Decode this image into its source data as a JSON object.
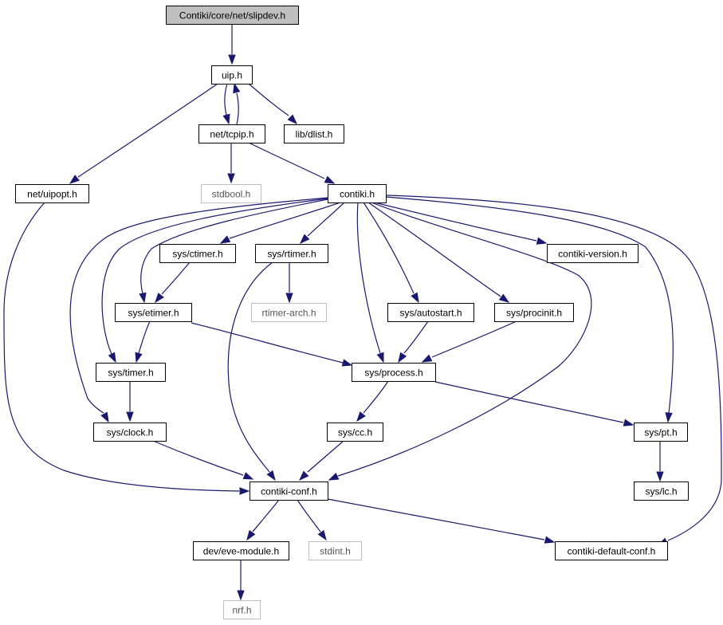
{
  "graph": {
    "nodes": [
      {
        "id": "slipdev",
        "label": "Contiki/core/net/slipdev.h",
        "style": "root"
      },
      {
        "id": "uip",
        "label": "uip.h",
        "style": "normal"
      },
      {
        "id": "tcpip",
        "label": "net/tcpip.h",
        "style": "normal"
      },
      {
        "id": "dlist",
        "label": "lib/dlist.h",
        "style": "normal"
      },
      {
        "id": "uipopt",
        "label": "net/uipopt.h",
        "style": "normal"
      },
      {
        "id": "stdbool",
        "label": "stdbool.h",
        "style": "external"
      },
      {
        "id": "contiki",
        "label": "contiki.h",
        "style": "normal"
      },
      {
        "id": "ctimer",
        "label": "sys/ctimer.h",
        "style": "normal"
      },
      {
        "id": "rtimer",
        "label": "sys/rtimer.h",
        "style": "normal"
      },
      {
        "id": "version",
        "label": "contiki-version.h",
        "style": "normal"
      },
      {
        "id": "etimer",
        "label": "sys/etimer.h",
        "style": "normal"
      },
      {
        "id": "rtimerarch",
        "label": "rtimer-arch.h",
        "style": "external"
      },
      {
        "id": "autostart",
        "label": "sys/autostart.h",
        "style": "normal"
      },
      {
        "id": "procinit",
        "label": "sys/procinit.h",
        "style": "normal"
      },
      {
        "id": "timer",
        "label": "sys/timer.h",
        "style": "normal"
      },
      {
        "id": "process",
        "label": "sys/process.h",
        "style": "normal"
      },
      {
        "id": "clock",
        "label": "sys/clock.h",
        "style": "normal"
      },
      {
        "id": "cc",
        "label": "sys/cc.h",
        "style": "normal"
      },
      {
        "id": "pt",
        "label": "sys/pt.h",
        "style": "normal"
      },
      {
        "id": "conf",
        "label": "contiki-conf.h",
        "style": "normal"
      },
      {
        "id": "lc",
        "label": "sys/lc.h",
        "style": "normal"
      },
      {
        "id": "eve",
        "label": "dev/eve-module.h",
        "style": "normal"
      },
      {
        "id": "stdint",
        "label": "stdint.h",
        "style": "external"
      },
      {
        "id": "defconf",
        "label": "contiki-default-conf.h",
        "style": "normal"
      },
      {
        "id": "nrf",
        "label": "nrf.h",
        "style": "external"
      }
    ],
    "edges": [
      {
        "from": "slipdev",
        "to": "uip"
      },
      {
        "from": "uip",
        "to": "tcpip"
      },
      {
        "from": "tcpip",
        "to": "uip"
      },
      {
        "from": "uip",
        "to": "dlist"
      },
      {
        "from": "uip",
        "to": "uipopt"
      },
      {
        "from": "tcpip",
        "to": "stdbool"
      },
      {
        "from": "tcpip",
        "to": "contiki"
      },
      {
        "from": "uipopt",
        "to": "conf"
      },
      {
        "from": "contiki",
        "to": "ctimer"
      },
      {
        "from": "contiki",
        "to": "rtimer"
      },
      {
        "from": "contiki",
        "to": "version"
      },
      {
        "from": "contiki",
        "to": "etimer"
      },
      {
        "from": "contiki",
        "to": "timer"
      },
      {
        "from": "contiki",
        "to": "clock"
      },
      {
        "from": "contiki",
        "to": "process"
      },
      {
        "from": "contiki",
        "to": "autostart"
      },
      {
        "from": "contiki",
        "to": "procinit"
      },
      {
        "from": "contiki",
        "to": "conf"
      },
      {
        "from": "contiki",
        "to": "pt"
      },
      {
        "from": "contiki",
        "to": "defconf"
      },
      {
        "from": "ctimer",
        "to": "etimer"
      },
      {
        "from": "rtimer",
        "to": "rtimerarch"
      },
      {
        "from": "rtimer",
        "to": "conf"
      },
      {
        "from": "etimer",
        "to": "timer"
      },
      {
        "from": "etimer",
        "to": "process"
      },
      {
        "from": "autostart",
        "to": "process"
      },
      {
        "from": "procinit",
        "to": "process"
      },
      {
        "from": "timer",
        "to": "clock"
      },
      {
        "from": "process",
        "to": "cc"
      },
      {
        "from": "process",
        "to": "pt"
      },
      {
        "from": "clock",
        "to": "conf"
      },
      {
        "from": "cc",
        "to": "conf"
      },
      {
        "from": "pt",
        "to": "lc"
      },
      {
        "from": "conf",
        "to": "eve"
      },
      {
        "from": "conf",
        "to": "stdint"
      },
      {
        "from": "conf",
        "to": "defconf"
      },
      {
        "from": "eve",
        "to": "nrf"
      }
    ]
  },
  "colors": {
    "edge": "#191970",
    "node_border": "#000000",
    "external_border": "#bfbfbf",
    "external_text": "#555555",
    "root_fill": "#bfbfbf"
  }
}
